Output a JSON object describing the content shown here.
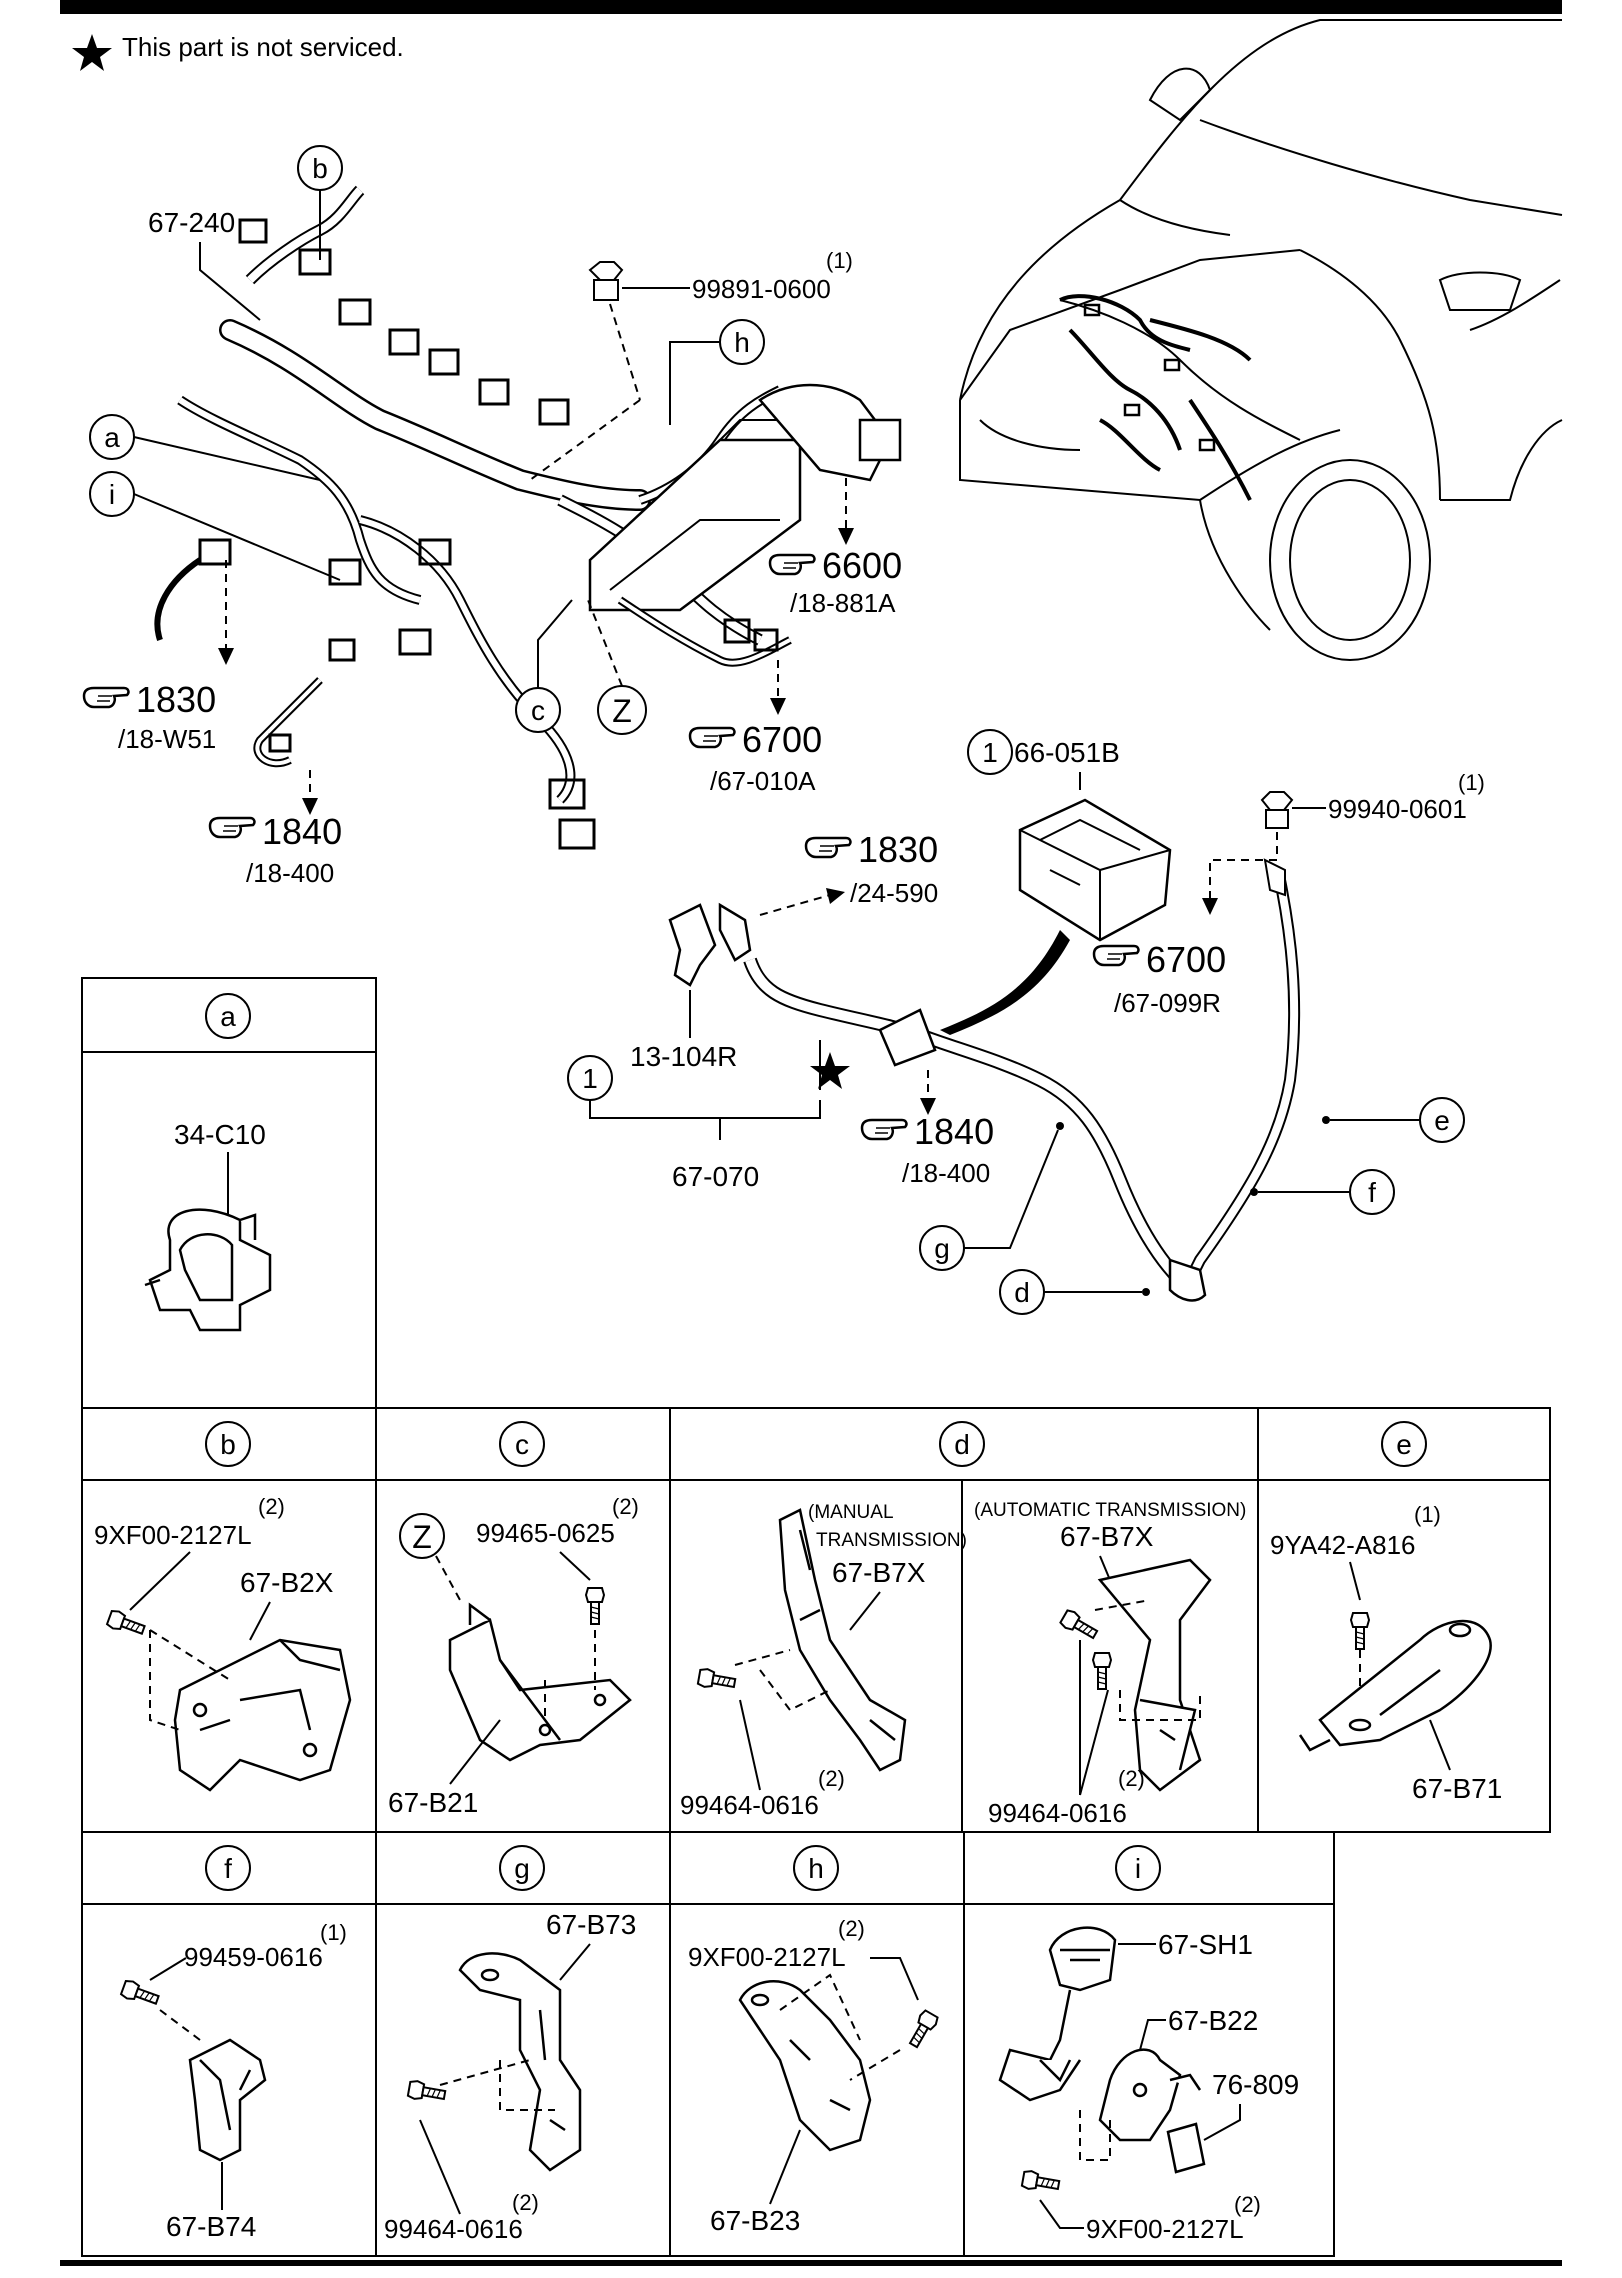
{
  "note": {
    "text": "This part is not serviced."
  },
  "main": {
    "callouts": {
      "b": "b",
      "a": "a",
      "i": "i",
      "h": "h",
      "c": "c",
      "Z": "Z",
      "one_battery": "1",
      "one_cable": "1",
      "e": "e",
      "f": "f",
      "g": "g",
      "d": "d"
    },
    "parts": {
      "p67_240": "67-240",
      "p99891": "99891-0600",
      "p99891_qty": "(1)",
      "p66_051B": "66-051B",
      "p99940": "99940-0601",
      "p99940_qty": "(1)",
      "p13_104R": "13-104R",
      "p67_070": "67-070"
    },
    "refs": [
      {
        "num": "6600",
        "sub": "/18-881A"
      },
      {
        "num": "1830",
        "sub": "/18-W51"
      },
      {
        "num": "6700",
        "sub": "/67-010A"
      },
      {
        "num": "1840",
        "sub": "/18-400"
      },
      {
        "num": "1830",
        "sub": "/24-590"
      },
      {
        "num": "6700",
        "sub": "/67-099R"
      },
      {
        "num": "1840",
        "sub": "/18-400"
      }
    ]
  },
  "details": {
    "a": {
      "label": "a",
      "part": "34-C10"
    },
    "b": {
      "label": "b",
      "bolt": "9XF00-2127L",
      "qty": "(2)",
      "part": "67-B2X"
    },
    "c": {
      "label": "c",
      "z": "Z",
      "bolt": "99465-0625",
      "qty": "(2)",
      "part": "67-B21"
    },
    "d": {
      "label": "d",
      "manual_1": "(MANUAL",
      "manual_2": "TRANSMISSION)",
      "manual_part": "67-B7X",
      "manual_bolt": "99464-0616",
      "manual_qty": "(2)",
      "auto_title": "(AUTOMATIC TRANSMISSION)",
      "auto_part": "67-B7X",
      "auto_bolt": "99464-0616",
      "auto_qty": "(2)"
    },
    "e": {
      "label": "e",
      "bolt": "9YA42-A816",
      "qty": "(1)",
      "part": "67-B71"
    },
    "f": {
      "label": "f",
      "bolt": "99459-0616",
      "qty": "(1)",
      "part": "67-B74"
    },
    "g": {
      "label": "g",
      "part": "67-B73",
      "bolt": "99464-0616",
      "qty": "(2)"
    },
    "h": {
      "label": "h",
      "bolt": "9XF00-2127L",
      "qty": "(2)",
      "part": "67-B23"
    },
    "i": {
      "label": "i",
      "sensor": "67-SH1",
      "bracket": "67-B22",
      "clip": "76-809",
      "bolt": "9XF00-2127L",
      "qty": "(2)"
    }
  },
  "colors": {
    "ink": "#000000",
    "paper": "#ffffff"
  },
  "icons": [
    "star-icon",
    "pointing-hand-icon",
    "bolt-icon",
    "harness-drawing",
    "vehicle-drawing",
    "battery-drawing",
    "bracket-drawing"
  ]
}
